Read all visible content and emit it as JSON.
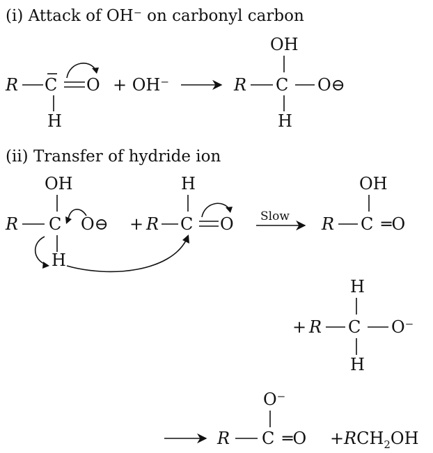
{
  "step1": {
    "heading": "(i)  Attack of OH⁻ on carbonyl carbon",
    "r": "R",
    "c": "C",
    "h": "H",
    "o": "O",
    "plus_oh": "+ OH⁻",
    "oh": "OH",
    "o_minus": "O⊖"
  },
  "step2": {
    "heading": "(ii)  Transfer of hydride ion",
    "r": "R",
    "c": "C",
    "h": "H",
    "o": "O",
    "oh": "OH",
    "o_minus": "O⊖",
    "plus": "+",
    "slow": "Slow",
    "double_o": "═O"
  },
  "step3": {
    "plus": "+",
    "r": "R",
    "c": "C",
    "h": "H",
    "o_minus": "O⁻"
  },
  "step4": {
    "o_minus": "O⁻",
    "r": "R",
    "c": "C",
    "double_o": "═O",
    "plus": "+",
    "rch2oh_r": "R",
    "rch2oh_ch": "CH",
    "rch2oh_sub": "2",
    "rch2oh_oh": "OH"
  }
}
